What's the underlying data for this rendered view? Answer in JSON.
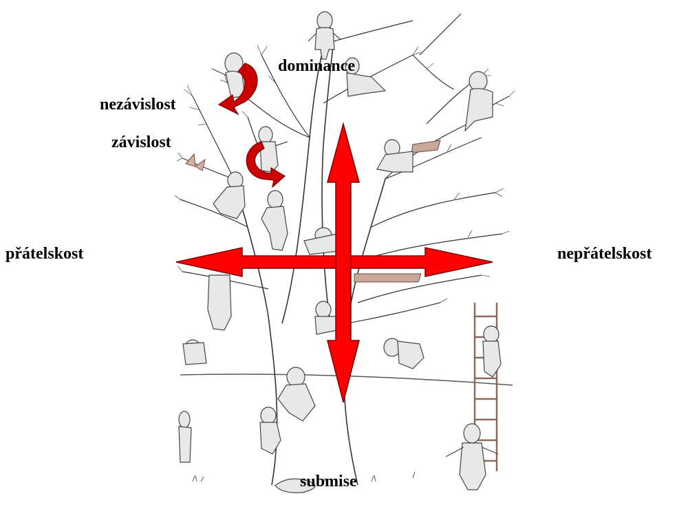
{
  "labels": {
    "dominance": "dominance",
    "independence": "nezávislost",
    "dependence": "závislost",
    "friendliness": "přátelskost",
    "hostility": "nepřátelskost",
    "submission": "submise"
  },
  "colors": {
    "arrow_fill": "#ff0000",
    "arrow_stroke": "#7a0000",
    "curved_arrow_fill": "#cc0000",
    "figure_fill": "#e8e8e8",
    "figure_stroke": "#444444",
    "tree_stroke": "#333333",
    "ladder": "#8b6a5a",
    "ground": "#555555"
  },
  "illustration": "blob-tree-with-figures"
}
